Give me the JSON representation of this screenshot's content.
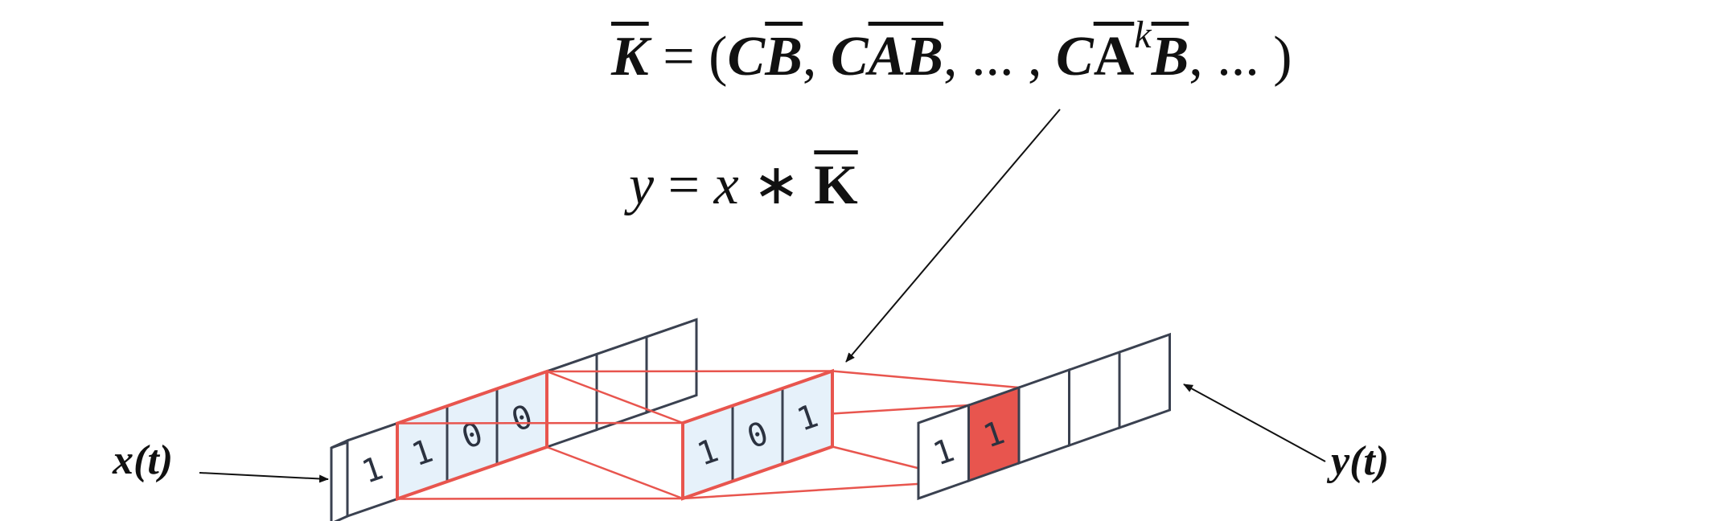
{
  "formula_k": {
    "lhs": "K",
    "eq": " = (",
    "t1_c": "C",
    "t1_b": "B",
    "sep1": ", ",
    "t2_c": "C",
    "t2_ab": "AB",
    "sep2": ", ... , ",
    "t3_c": "C",
    "t3_a": "A",
    "t3_k": "k",
    "t3_b": "B",
    "tail": ", ... )"
  },
  "formula_y": {
    "y": "y",
    "eq": " = ",
    "x": "x",
    "op": " ∗ ",
    "k": "K"
  },
  "labels": {
    "x": "x(t)",
    "y": "y(t)"
  },
  "input_cells": [
    "1",
    "1",
    "0",
    "0",
    "",
    "",
    ""
  ],
  "kernel_cells": [
    "1",
    "0",
    "1"
  ],
  "output_cells": [
    "1",
    "1",
    "",
    "",
    ""
  ],
  "colors": {
    "outline": "#3a4150",
    "highlight": "#e8554e",
    "cell_fill": "#e6f1fa",
    "output_fill": "#e8554e",
    "text": "#111111"
  }
}
